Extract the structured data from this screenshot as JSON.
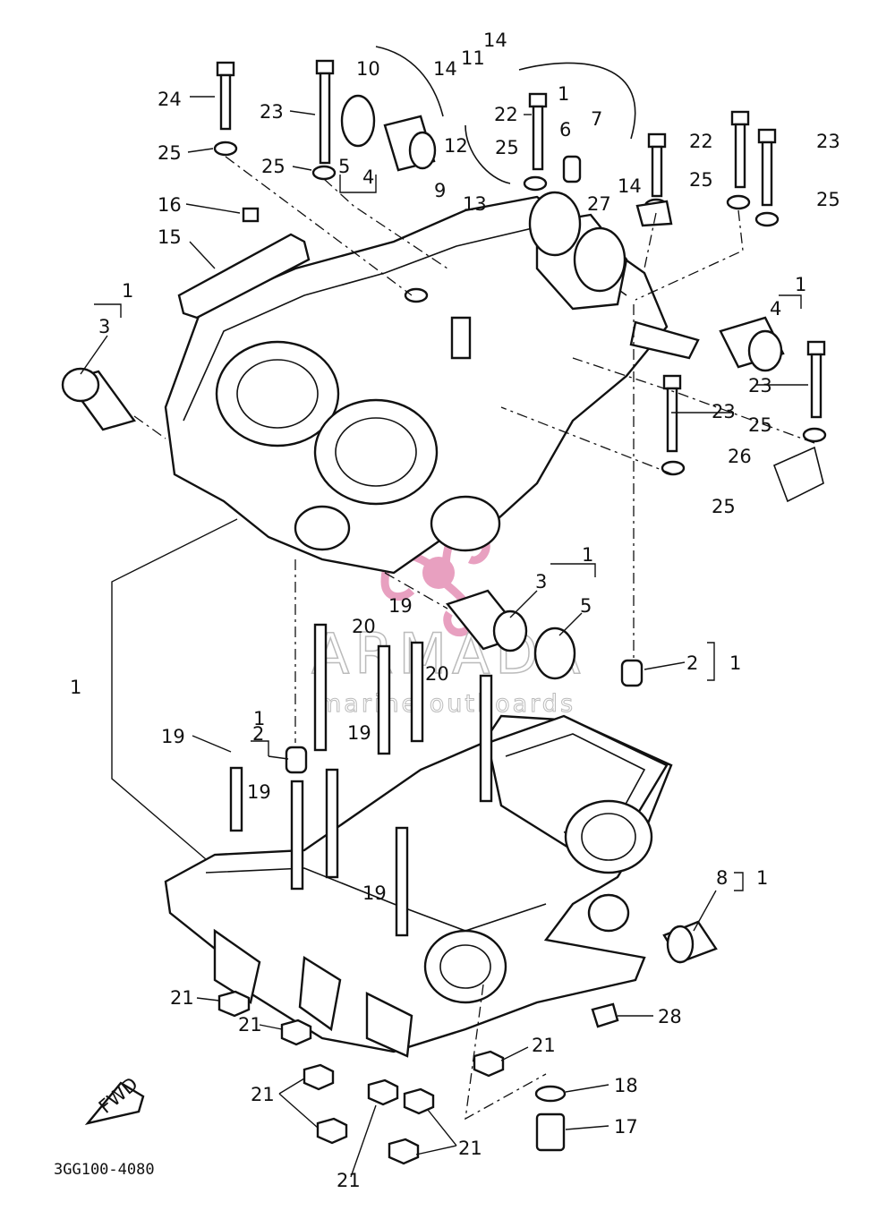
{
  "diagram": {
    "catalog_code": "3GG100-4080",
    "fwd_label": "FWD",
    "watermark": {
      "brand": "ARMADA",
      "tagline": "marine outboards",
      "accent_color": "#e8a0c0"
    },
    "callouts": [
      {
        "id": "c24",
        "text": "24"
      },
      {
        "id": "c23a",
        "text": "23"
      },
      {
        "id": "c25a",
        "text": "25"
      },
      {
        "id": "c25b",
        "text": "25"
      },
      {
        "id": "c5a",
        "text": "5"
      },
      {
        "id": "c4a",
        "text": "4"
      },
      {
        "id": "c10",
        "text": "10"
      },
      {
        "id": "c14a",
        "text": "14"
      },
      {
        "id": "c11",
        "text": "11"
      },
      {
        "id": "c14b",
        "text": "14"
      },
      {
        "id": "c22a",
        "text": "22"
      },
      {
        "id": "c12",
        "text": "12"
      },
      {
        "id": "c25c",
        "text": "25"
      },
      {
        "id": "c9",
        "text": "9"
      },
      {
        "id": "c13",
        "text": "13"
      },
      {
        "id": "c6",
        "text": "6"
      },
      {
        "id": "c7",
        "text": "7"
      },
      {
        "id": "c1a",
        "text": "1"
      },
      {
        "id": "c14c",
        "text": "14"
      },
      {
        "id": "c22b",
        "text": "22"
      },
      {
        "id": "c23b",
        "text": "23"
      },
      {
        "id": "c25d",
        "text": "25"
      },
      {
        "id": "c25e",
        "text": "25"
      },
      {
        "id": "c27",
        "text": "27"
      },
      {
        "id": "c16",
        "text": "16"
      },
      {
        "id": "c15",
        "text": "15"
      },
      {
        "id": "c1b",
        "text": "1"
      },
      {
        "id": "c3a",
        "text": "3"
      },
      {
        "id": "c1c",
        "text": "1"
      },
      {
        "id": "c4b",
        "text": "4"
      },
      {
        "id": "c23c",
        "text": "23"
      },
      {
        "id": "c23d",
        "text": "23"
      },
      {
        "id": "c25f",
        "text": "25"
      },
      {
        "id": "c26",
        "text": "26"
      },
      {
        "id": "c25g",
        "text": "25"
      },
      {
        "id": "c1d",
        "text": "1"
      },
      {
        "id": "c3b",
        "text": "3"
      },
      {
        "id": "c5b",
        "text": "5"
      },
      {
        "id": "c19a",
        "text": "19"
      },
      {
        "id": "c20a",
        "text": "20"
      },
      {
        "id": "c20b",
        "text": "20"
      },
      {
        "id": "c2a",
        "text": "2"
      },
      {
        "id": "c1e",
        "text": "1"
      },
      {
        "id": "c1f",
        "text": "1"
      },
      {
        "id": "c1g",
        "text": "1"
      },
      {
        "id": "c19b",
        "text": "19"
      },
      {
        "id": "c2b",
        "text": "2"
      },
      {
        "id": "c19c",
        "text": "19"
      },
      {
        "id": "c19d",
        "text": "19"
      },
      {
        "id": "c19e",
        "text": "19"
      },
      {
        "id": "c8",
        "text": "8"
      },
      {
        "id": "c1h",
        "text": "1"
      },
      {
        "id": "c21a",
        "text": "21"
      },
      {
        "id": "c21b",
        "text": "21"
      },
      {
        "id": "c21c",
        "text": "21"
      },
      {
        "id": "c21d",
        "text": "21"
      },
      {
        "id": "c21e",
        "text": "21"
      },
      {
        "id": "c21f",
        "text": "21"
      },
      {
        "id": "c28",
        "text": "28"
      },
      {
        "id": "c18",
        "text": "18"
      },
      {
        "id": "c17",
        "text": "17"
      }
    ]
  }
}
